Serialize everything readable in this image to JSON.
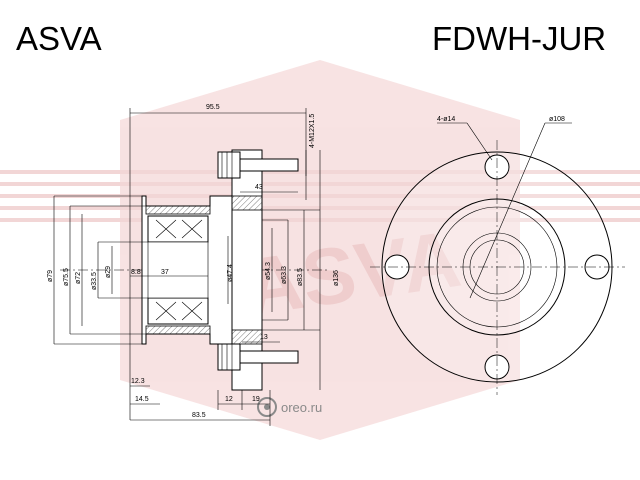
{
  "header": {
    "brand": "ASVA",
    "part_number": "FDWH-JUR"
  },
  "watermark": {
    "site": "oreo.ru",
    "logo_text": "ASVA"
  },
  "colors": {
    "watermark": "#e8b6b6",
    "line": "#000000"
  },
  "side_view": {
    "dims": {
      "overall_length": "95.5",
      "stud_thread": "4-M12X1.5",
      "stud_length": "43",
      "d79": "ø79",
      "d75_5": "ø75.5",
      "d72": "ø72",
      "d33_5": "ø33.5",
      "d29": "ø29",
      "d47_4": "ø47.4",
      "len_8_8": "8.8",
      "len_37": "37",
      "d54_3": "ø54.3",
      "d63_3": "ø63.3",
      "d83_5": "ø83.5",
      "d136": "ø136",
      "len_13": "13",
      "len_12_3": "12.3",
      "len_14_5": "14.5",
      "len_12": "12",
      "len_19": "19",
      "len_83_5": "83.5"
    }
  },
  "front_view": {
    "dims": {
      "holes": "4-ø14",
      "pcd": "ø108"
    }
  }
}
